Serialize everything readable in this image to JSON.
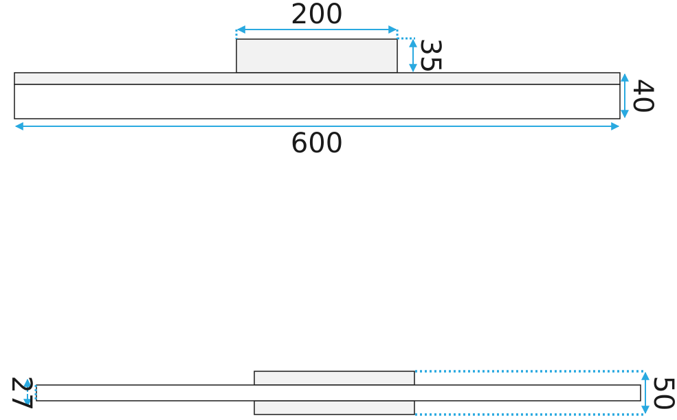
{
  "diagram": {
    "accent_color": "#29a9e0",
    "outline_color": "#1a1a1a",
    "fill_color": "#f2f2f2",
    "top_view": {
      "base_width_label": "600",
      "base_height_label": "40",
      "mount_width_label": "200",
      "mount_height_label": "35"
    },
    "side_view": {
      "bar_thickness_label": "27",
      "overall_depth_label": "50"
    }
  }
}
